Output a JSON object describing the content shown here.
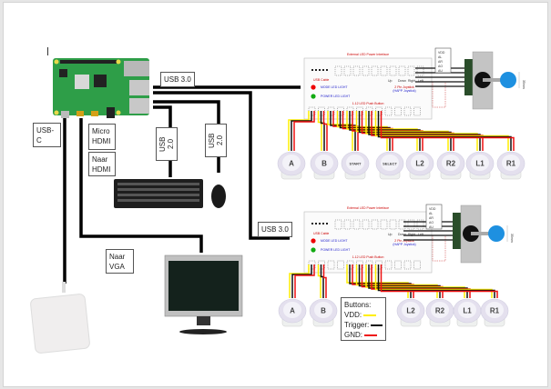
{
  "labels": {
    "usb3_top": "USB 3.0",
    "usb3_bottom": "USB 3.0",
    "usb_c": "USB-C",
    "micro_hdmi": [
      "Micro",
      "HDMI"
    ],
    "naar_hdmi": [
      "Naar",
      "HDMI"
    ],
    "usb2_keyboard": "USB 2.0",
    "usb2_mouse": "USB 2.0",
    "naar_vga": [
      "Naar",
      "VGA"
    ]
  },
  "encoder_board": {
    "top_title": "External LED Power Interface",
    "usb_cable": "USB Cable",
    "mode_led": "MODE LED LIGHT",
    "power_led": "POWER LED LIGHT",
    "push_button_label": "1-12 LED Push Button",
    "joystick_label": "2 Pin Joystick",
    "joystick_sub": "(HAPP Joystick)",
    "joystick_dirs": [
      "Up",
      "Down",
      "Right",
      "Left"
    ]
  },
  "joystick_pins": [
    "VDD",
    "AL",
    "AR",
    "AO",
    "AU"
  ],
  "joystick_size": "35mm",
  "buttons_top": [
    "A",
    "B",
    "START",
    "SELECT",
    "L2",
    "R2",
    "L1",
    "R1"
  ],
  "buttons_bottom": [
    "A",
    "B",
    "L2",
    "R2",
    "L1",
    "R1"
  ],
  "legend": {
    "title": "Buttons:",
    "items": [
      {
        "label": "VDD:",
        "color": "#ffee00"
      },
      {
        "label": "Trigger:",
        "color": "#111111"
      },
      {
        "label": "GND:",
        "color": "#ee1111"
      }
    ]
  },
  "colors": {
    "vdd": "#ffee00",
    "trigger": "#111111",
    "gnd": "#ee1111",
    "pi_board": "#2e9e48",
    "joystick_ball": "#1e90e0"
  }
}
